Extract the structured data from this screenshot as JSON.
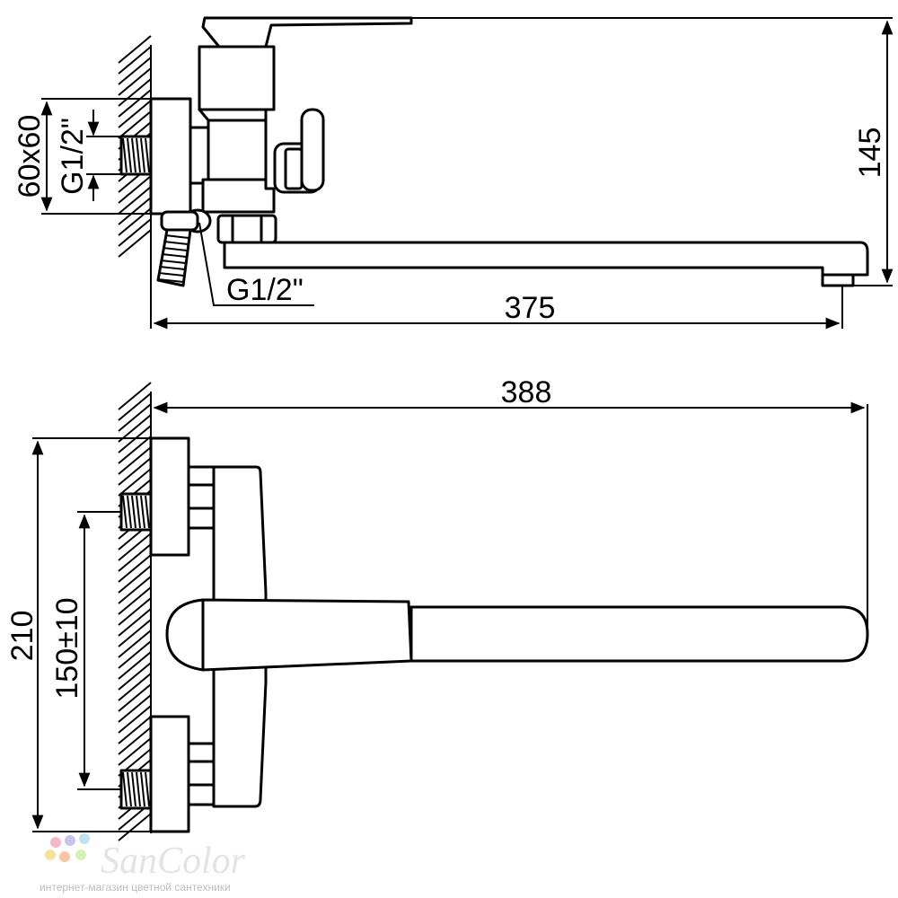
{
  "top_view": {
    "dim_flange": "60x60",
    "dim_thread_inlet": "G1/2\"",
    "dim_thread_outlet": "G1/2\"",
    "dim_height": "145",
    "dim_spout_length": "375"
  },
  "front_view": {
    "dim_overall_length": "388",
    "dim_overall_height": "210",
    "dim_centers": "150±10"
  },
  "watermark": {
    "brand": "SanColor",
    "tagline": "интернет-магазин цветной сантехники",
    "dot_colors": [
      "#f3b9c8",
      "#c9c2ee",
      "#bfe3f2",
      "#f5e29a",
      "#f6c6a6",
      "#d7f0b8"
    ]
  }
}
